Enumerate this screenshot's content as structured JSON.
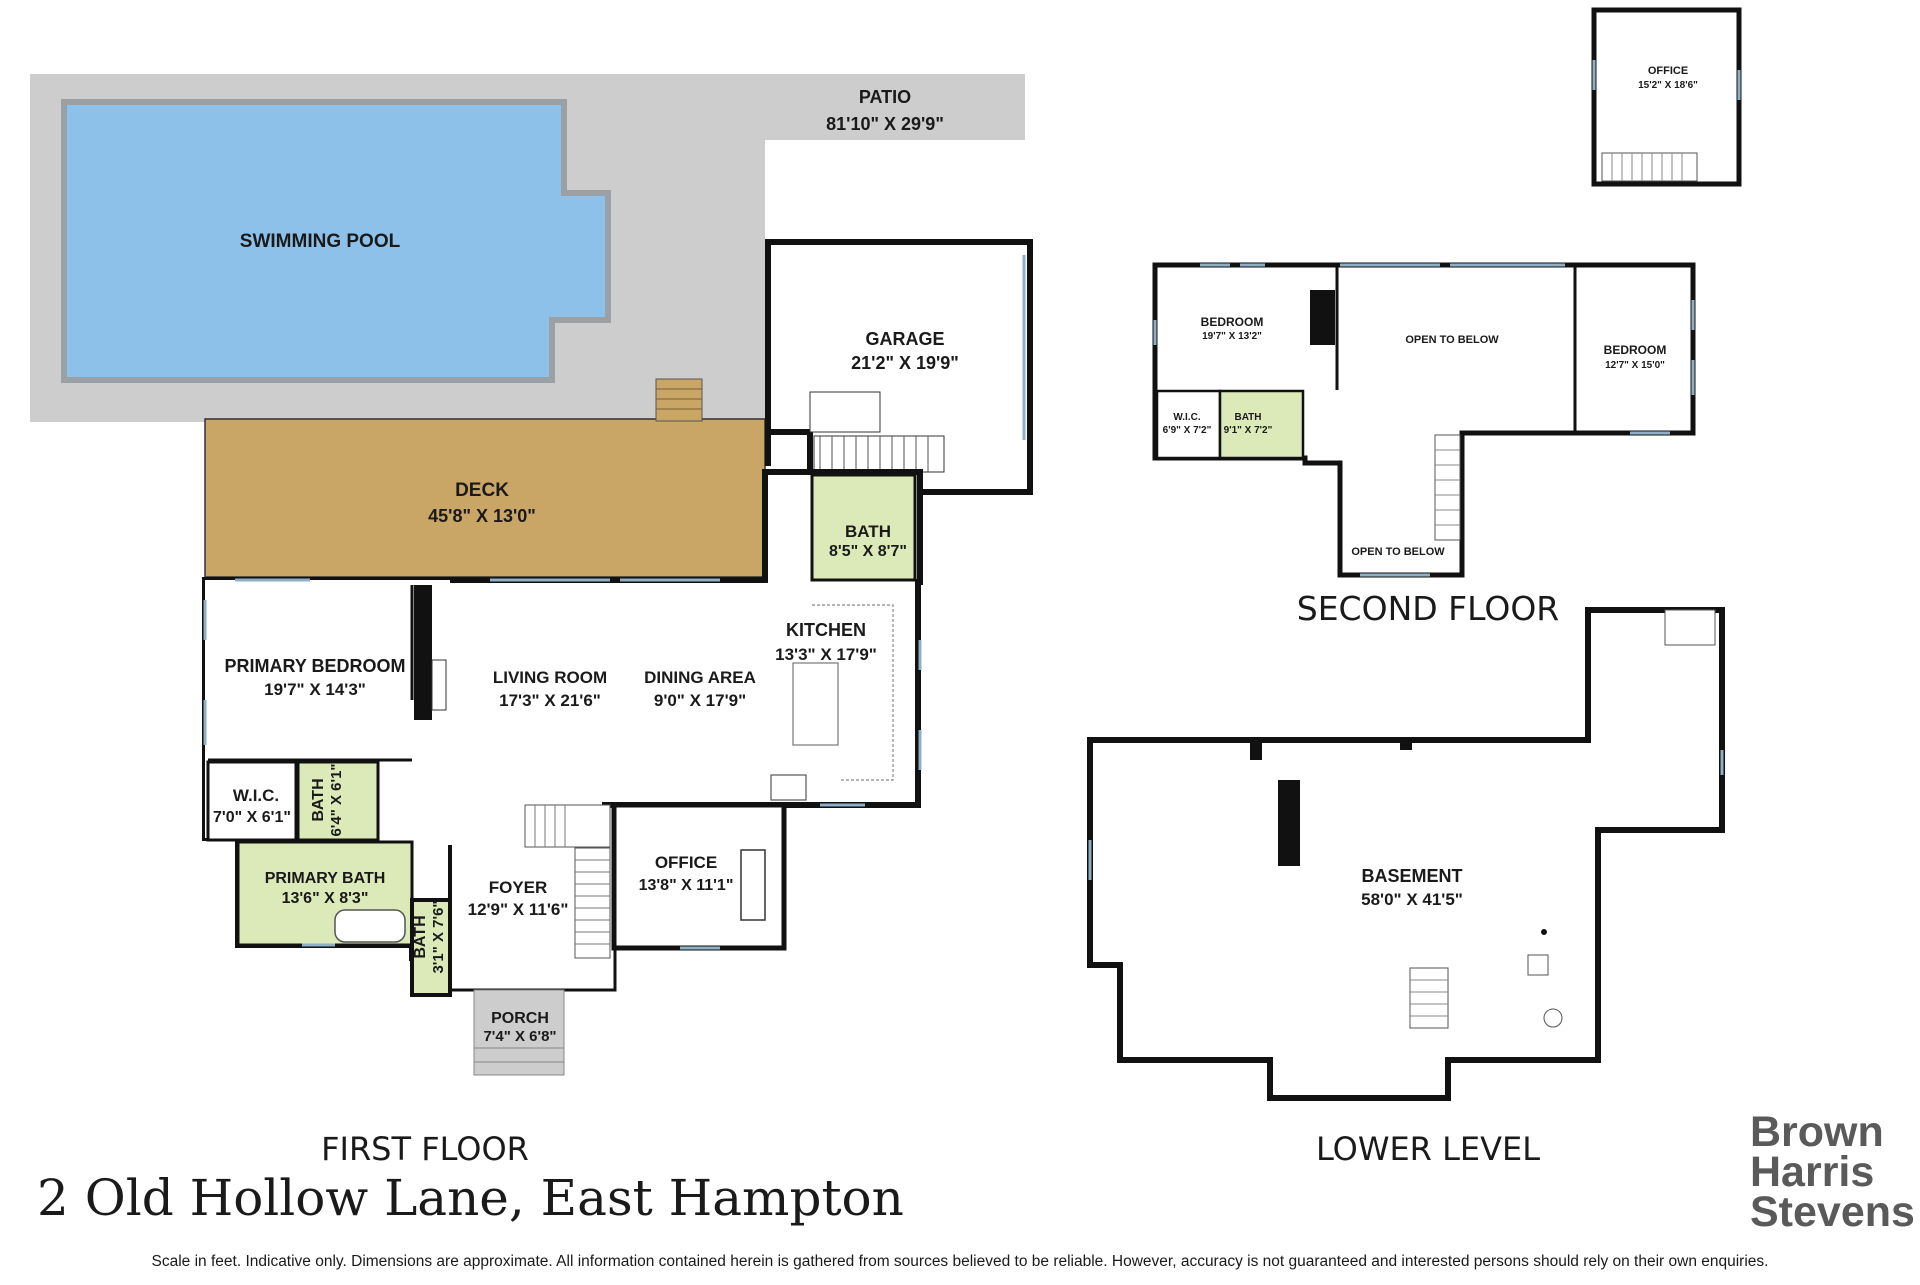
{
  "address": "2 Old Hollow Lane, East Hampton",
  "disclaimer": "Scale in feet. Indicative only. Dimensions are approximate. All information contained herein is gathered from sources believed to be reliable. However, accuracy is not guaranteed and interested persons should rely on their own enquiries.",
  "brand": {
    "line1": "Brown",
    "line2": "Harris",
    "line3": "Stevens"
  },
  "colors": {
    "wall": "#111111",
    "pool": "#8ec1ea",
    "patio": "#cdcdcd",
    "deck": "#c9a566",
    "bath": "#dbeab8",
    "window": "#8fb0c4"
  },
  "floors": {
    "first": {
      "heading": "FIRST FLOOR",
      "rooms": {
        "patio": {
          "name": "PATIO",
          "dims": "81'10\" X 29'9\""
        },
        "pool": {
          "name": "SWIMMING POOL"
        },
        "garage": {
          "name": "GARAGE",
          "dims": "21'2\" X 19'9\""
        },
        "deck": {
          "name": "DECK",
          "dims": "45'8\" X 13'0\""
        },
        "bath_garage": {
          "name": "BATH",
          "dims": "8'5\" X 8'7\""
        },
        "kitchen": {
          "name": "KITCHEN",
          "dims": "13'3\" X 17'9\""
        },
        "primary_bedroom": {
          "name": "PRIMARY BEDROOM",
          "dims": "19'7\" X 14'3\""
        },
        "living_room": {
          "name": "LIVING ROOM",
          "dims": "17'3\" X 21'6\""
        },
        "dining_area": {
          "name": "DINING AREA",
          "dims": "9'0\" X 17'9\""
        },
        "wic": {
          "name": "W.I.C.",
          "dims": "7'0\" X 6'1\""
        },
        "bath_small": {
          "name": "BATH",
          "dims": "6'4\" X 6'1\""
        },
        "primary_bath": {
          "name": "PRIMARY BATH",
          "dims": "13'6\" X 8'3\""
        },
        "bath_foyer": {
          "name": "BATH",
          "dims": "3'1\" X 7'6\""
        },
        "foyer": {
          "name": "FOYER",
          "dims": "12'9\" X 11'6\""
        },
        "office": {
          "name": "OFFICE",
          "dims": "13'8\" X 11'1\""
        },
        "porch": {
          "name": "PORCH",
          "dims": "7'4\" X 6'8\""
        }
      }
    },
    "second": {
      "heading": "SECOND FLOOR",
      "rooms": {
        "bedroom_a": {
          "name": "BEDROOM",
          "dims": "19'7\" X 13'2\""
        },
        "open_a": {
          "name": "OPEN TO BELOW"
        },
        "bedroom_b": {
          "name": "BEDROOM",
          "dims": "12'7\" X 15'0\""
        },
        "wic": {
          "name": "W.I.C.",
          "dims": "6'9\" X 7'2\""
        },
        "bath": {
          "name": "BATH",
          "dims": "9'1\" X 7'2\""
        },
        "open_b": {
          "name": "OPEN TO BELOW"
        }
      }
    },
    "lower": {
      "heading": "LOWER LEVEL",
      "rooms": {
        "basement": {
          "name": "BASEMENT",
          "dims": "58'0\" X 41'5\""
        }
      }
    },
    "outbuilding": {
      "rooms": {
        "office": {
          "name": "OFFICE",
          "dims": "15'2\" X 18'6\""
        }
      }
    }
  }
}
